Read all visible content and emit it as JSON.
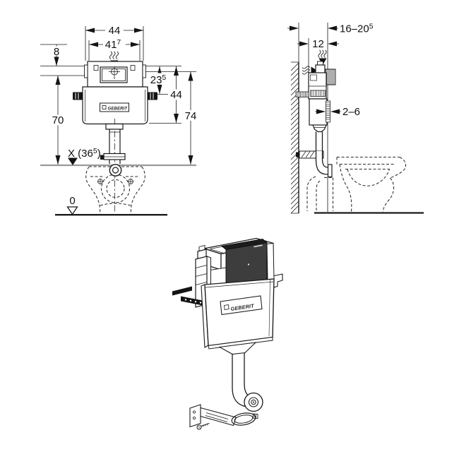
{
  "colors": {
    "line": "#1a1a1a",
    "reference_line": "#9a9a9a",
    "dark_panel": "#3d3d3d"
  },
  "front_view": {
    "dims": {
      "outer_width": {
        "value": "44"
      },
      "inner_width": {
        "value": "41",
        "sup": "7"
      },
      "top_offset": {
        "value": "8"
      },
      "opening_depth": {
        "value": "23",
        "sup": "5"
      },
      "cistern_height": {
        "value": "44"
      },
      "total_height": {
        "value": "74"
      },
      "line_height": {
        "value": "70"
      },
      "bowl_height": {
        "prefix": "X (36",
        "sup": "5",
        "suffix": ")"
      },
      "datum": {
        "value": "0"
      }
    },
    "logo": "GEBERIT"
  },
  "side_view": {
    "dims": {
      "installation_depth": {
        "value": "16–20",
        "sup": "5"
      },
      "cistern_depth": {
        "value": "12"
      },
      "finished_wall": {
        "value": "2–6"
      }
    }
  },
  "product_view": {
    "logo": "GEBERIT"
  }
}
